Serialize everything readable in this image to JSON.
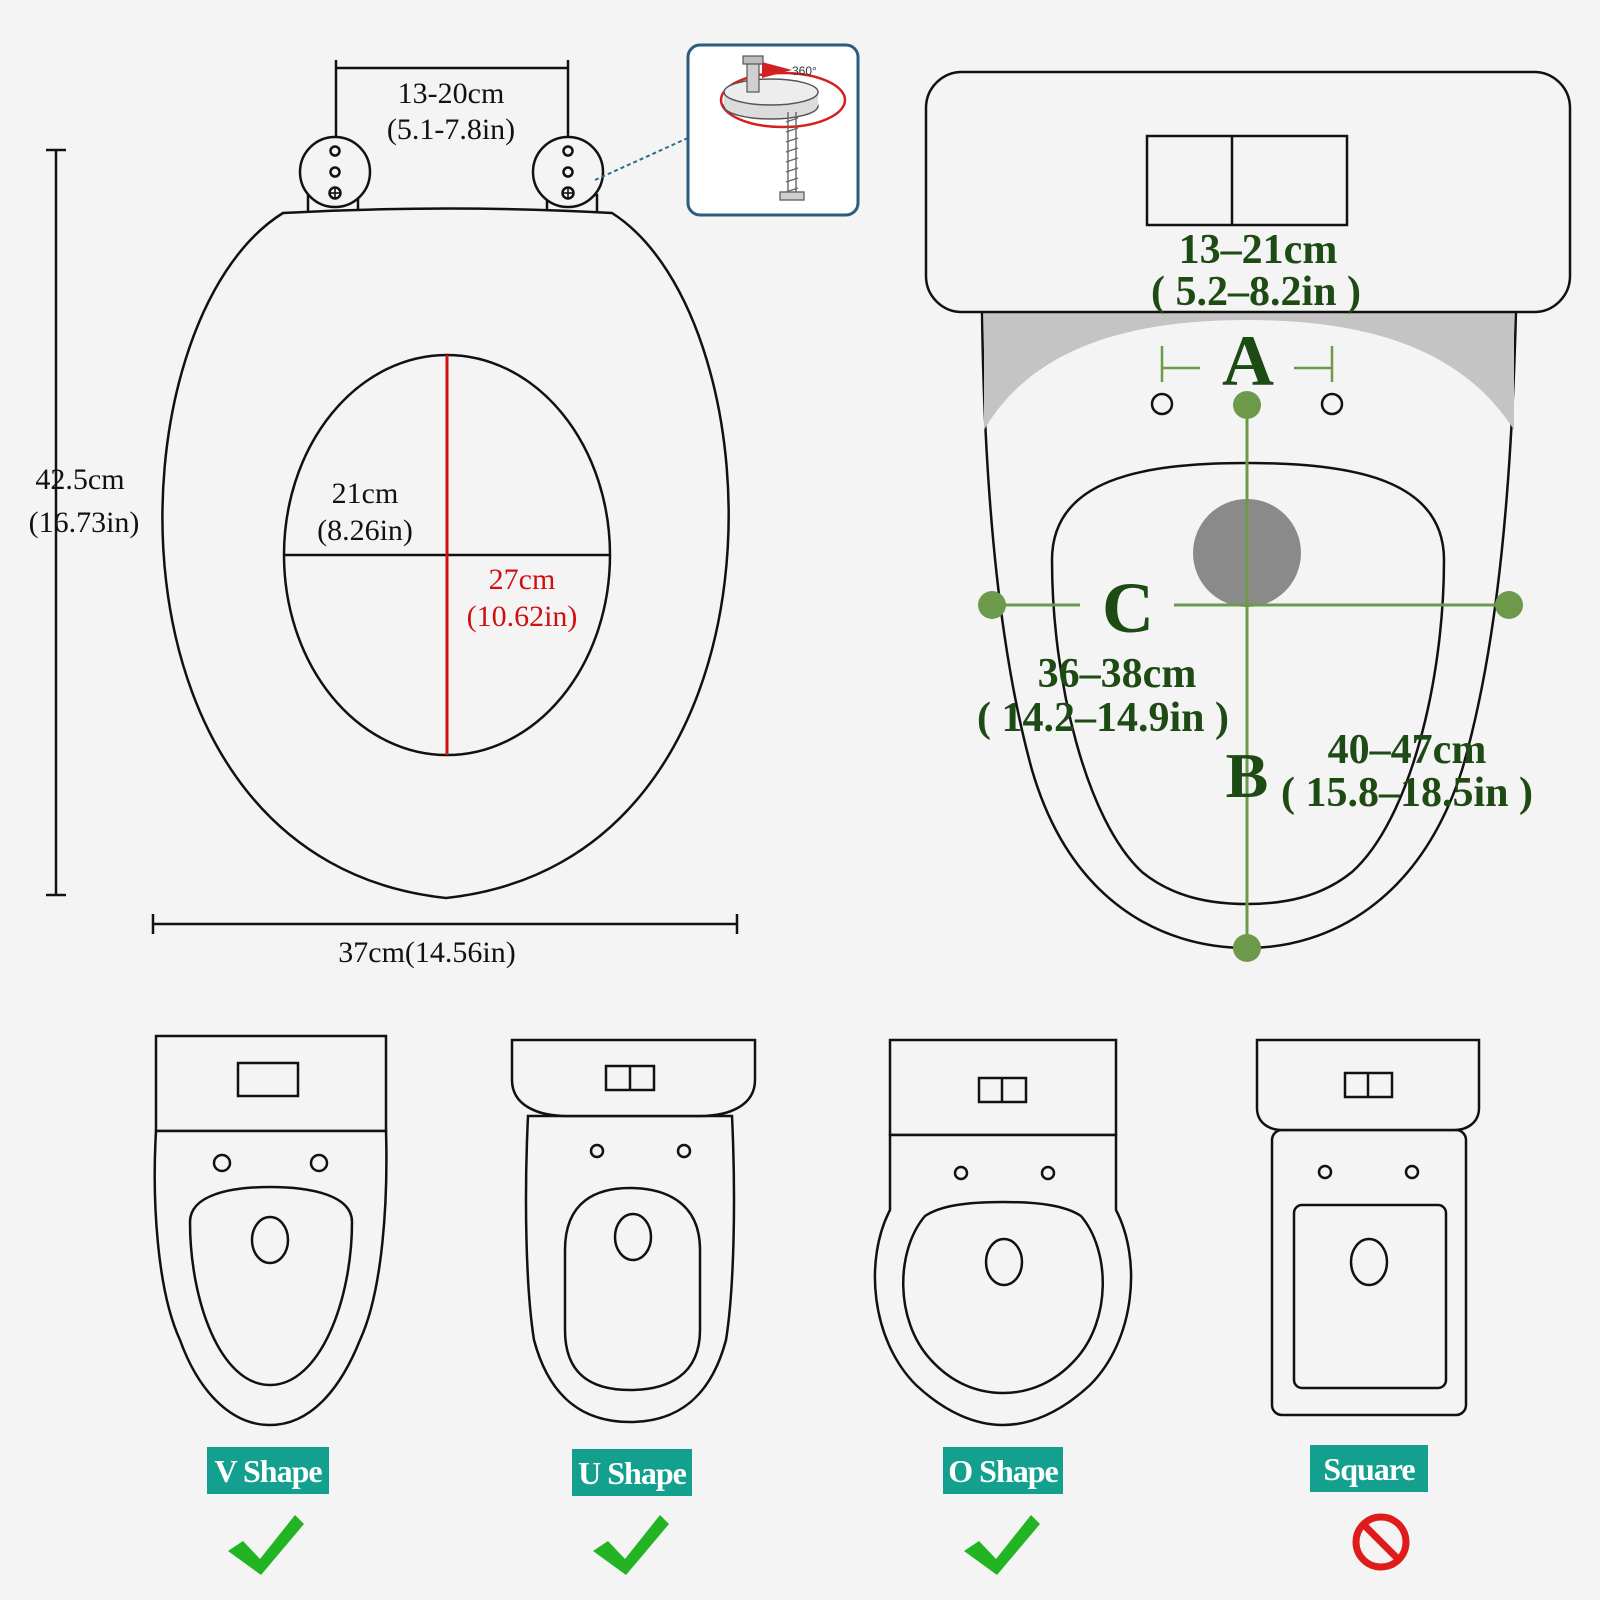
{
  "seat": {
    "hinge_label": "13-20cm",
    "hinge_label_in": "(5.1-7.8in)",
    "height_label": "42.5cm",
    "height_label_in": "(16.73in)",
    "inner_width_label": "21cm",
    "inner_width_label_in": "(8.26in)",
    "inner_length_label": "27cm",
    "inner_length_label_in": "(10.62in)",
    "width_label": "37cm(14.56in)",
    "rotation_label": "360°"
  },
  "toilet": {
    "a_measure": "13–21cm",
    "a_measure_in": "( 5.2–8.2in )",
    "a_letter": "A",
    "c_letter": "C",
    "c_measure": "36–38cm",
    "c_measure_in": "( 14.2–14.9in )",
    "b_letter": "B",
    "b_measure": "40–47cm",
    "b_measure_in": "( 15.8–18.5in )"
  },
  "shapes": [
    {
      "label": "V Shape",
      "compatible": true
    },
    {
      "label": "U Shape",
      "compatible": true
    },
    {
      "label": "O Shape",
      "compatible": true
    },
    {
      "label": "Square",
      "compatible": false
    }
  ],
  "colors": {
    "dimension_red": "#d01010",
    "measure_green": "#6d9a4a",
    "text_green": "#1e4a14",
    "badge_teal": "#13a08e",
    "check_green": "#22b422",
    "no_red": "#e01b1b"
  }
}
